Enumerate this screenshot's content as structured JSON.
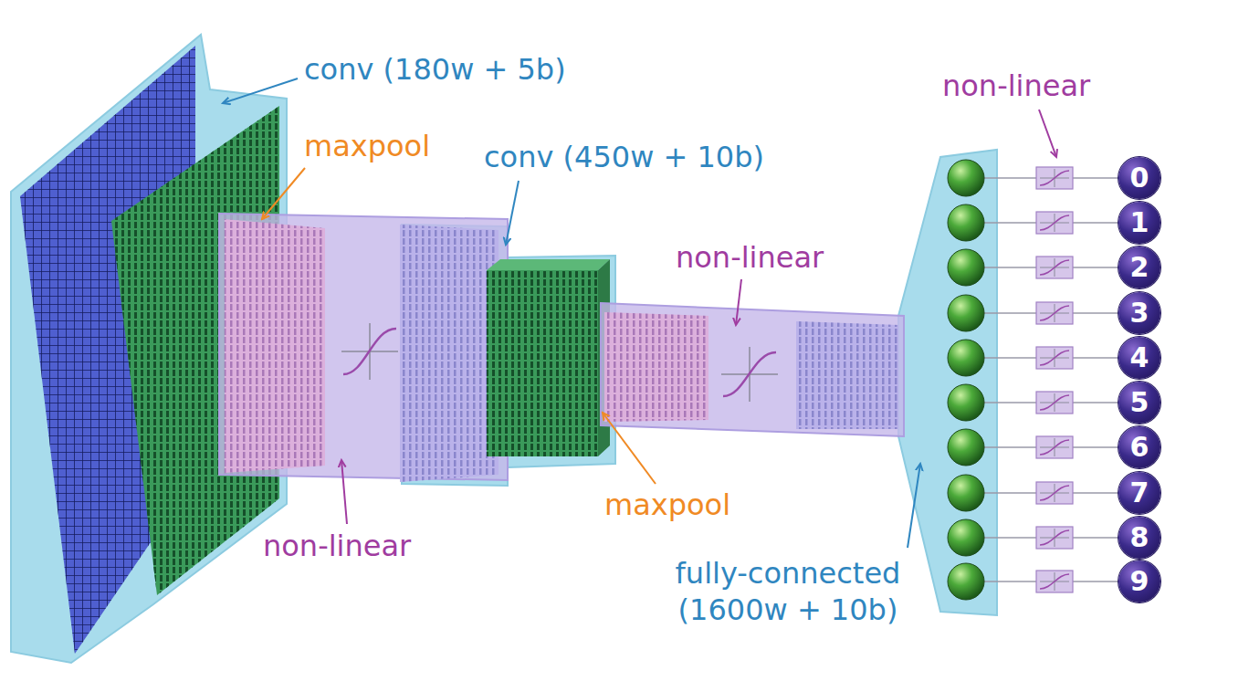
{
  "diagram": {
    "nodes": [
      {
        "text": [
          "0"
        ]
      },
      {
        "text": [
          "1"
        ]
      },
      {
        "text": [
          "2"
        ]
      },
      {
        "text": [
          "3"
        ]
      },
      {
        "text": [
          "4"
        ]
      },
      {
        "text": [
          "5"
        ]
      },
      {
        "text": [
          "6"
        ]
      },
      {
        "text": [
          "7"
        ]
      },
      {
        "text": [
          "8"
        ]
      },
      {
        "text": [
          "9"
        ]
      }
    ],
    "labels": [
      "conv (180w + 5b)",
      "non-linear",
      "maxpool",
      "conv (450w + 10b)",
      "non-linear",
      "maxpool",
      "non-linear",
      "fully-connected (1600w + 10b)"
    ]
  }
}
